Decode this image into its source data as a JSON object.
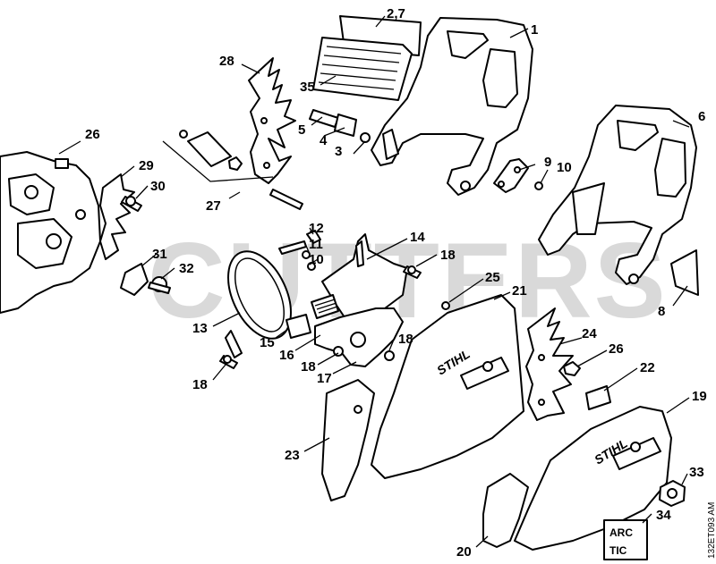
{
  "watermark": "CUTTERS",
  "reference_code": "132ET093 AM",
  "brand_marks": {
    "cover_a": "STIHL",
    "cover_b": "STIHL"
  },
  "decal": {
    "line1": "ARC",
    "line2": "TIC"
  },
  "callouts": {
    "c1": "1",
    "c2_7": "2,7",
    "c3": "3",
    "c4": "4",
    "c5": "5",
    "c6": "6",
    "c8": "8",
    "c9": "9",
    "c10a": "10",
    "c10b": "10",
    "c11": "11",
    "c12": "12",
    "c13": "13",
    "c14": "14",
    "c15": "15",
    "c16": "16",
    "c17": "17",
    "c18a": "18",
    "c18b": "18",
    "c18c": "18",
    "c18d": "18",
    "c19": "19",
    "c20": "20",
    "c21": "21",
    "c22": "22",
    "c23": "23",
    "c24": "24",
    "c25": "25",
    "c26a": "26",
    "c26b": "26",
    "c27": "27",
    "c28": "28",
    "c29": "29",
    "c30": "30",
    "c31": "31",
    "c32": "32",
    "c33": "33",
    "c34": "34",
    "c35": "35"
  }
}
